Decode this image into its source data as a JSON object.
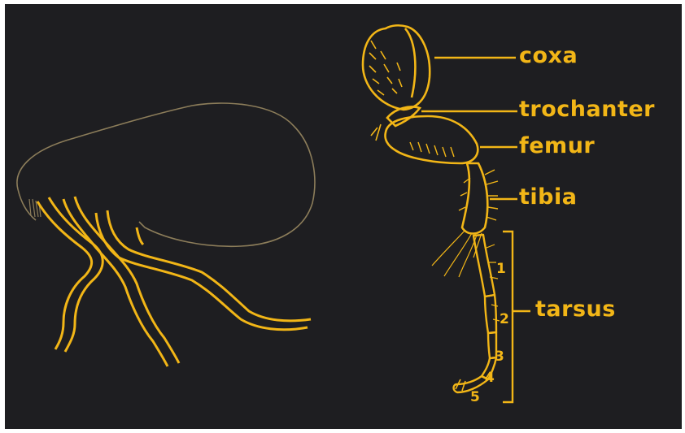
{
  "colors": {
    "background": "#1e1e21",
    "accent": "#f2b617",
    "body_outline": "#8c7d5a"
  },
  "labels": {
    "coxa": "coxa",
    "trochanter": "trochanter",
    "femur": "femur",
    "tibia": "tibia",
    "tarsus": "tarsus"
  },
  "tarsal_segments": [
    "1",
    "2",
    "3",
    "4",
    "5"
  ]
}
